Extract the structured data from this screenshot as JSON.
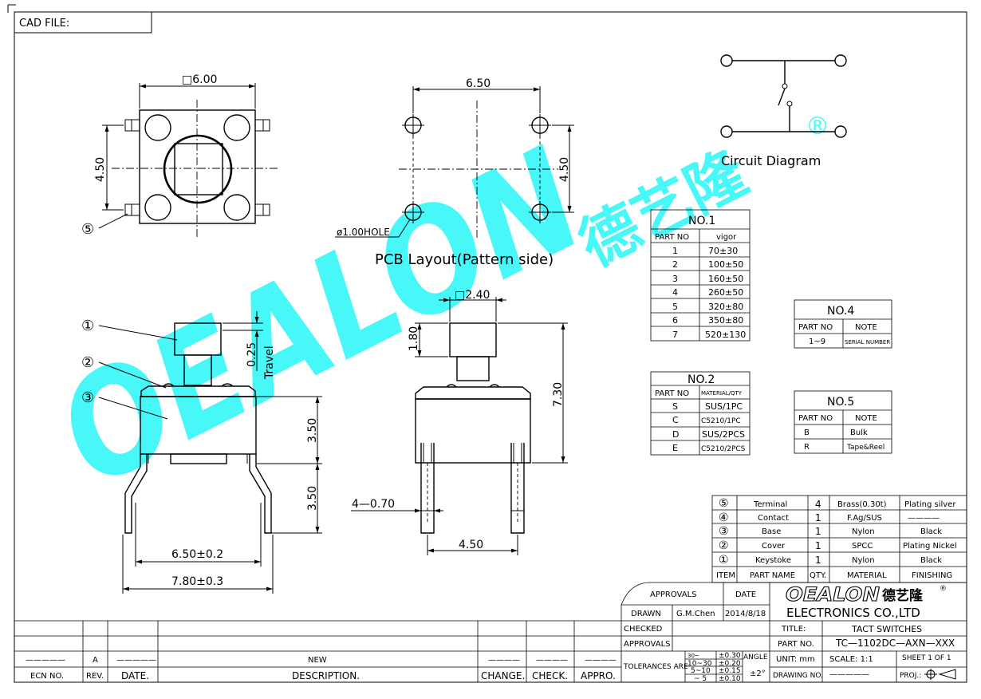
{
  "header": {
    "cad_file": "CAD  FILE:"
  },
  "top_view": {
    "square_dim": "□6.00",
    "height_dim": "4.50",
    "terminal_callout": "⑤"
  },
  "pcb": {
    "width_dim": "6.50",
    "height_dim": "4.50",
    "hole_label": "ø1.00HOLE",
    "caption": "PCB  Layout(Pattern  side)"
  },
  "circuit": {
    "caption": "Circuit  Diagram",
    "registered": "®"
  },
  "side_view": {
    "callouts": [
      "①",
      "②",
      "③"
    ],
    "travel_value": "0.25",
    "travel_label": "Travel",
    "body_height": "3.50",
    "pin_height": "3.50",
    "pin_span": "6.50±0.2",
    "outer_span": "7.80±0.3"
  },
  "front_view": {
    "stem_dim": "□2.40",
    "stem_height": "1.80",
    "total_height": "7.30",
    "pin_width": "4—0.70",
    "pin_span": "4.50"
  },
  "watermark": {
    "latin": "OEALON",
    "cjk": "德艺隆"
  },
  "table_no1": {
    "title": "NO.1",
    "headers": [
      "PART  NO",
      "vigor"
    ],
    "rows": [
      [
        "1",
        "70±30"
      ],
      [
        "2",
        "100±50"
      ],
      [
        "3",
        "160±50"
      ],
      [
        "4",
        "260±50"
      ],
      [
        "5",
        "320±80"
      ],
      [
        "6",
        "350±80"
      ],
      [
        "7",
        "520±130"
      ]
    ]
  },
  "table_no2": {
    "title": "NO.2",
    "headers": [
      "PART  NO",
      "MATERIAL/QTY"
    ],
    "rows": [
      [
        "S",
        "SUS/1PC"
      ],
      [
        "C",
        "C5210/1PC"
      ],
      [
        "D",
        "SUS/2PCS"
      ],
      [
        "E",
        "C5210/2PCS"
      ]
    ]
  },
  "table_no4": {
    "title": "NO.4",
    "headers": [
      "PART  NO",
      "NOTE"
    ],
    "rows": [
      [
        "1~9",
        "SERIAL  NUMBER"
      ]
    ]
  },
  "table_no5": {
    "title": "NO.5",
    "headers": [
      "PART  NO",
      "NOTE"
    ],
    "rows": [
      [
        "B",
        "Bulk"
      ],
      [
        "R",
        "Tape&Reel"
      ]
    ]
  },
  "bom": {
    "rows": [
      [
        "⑤",
        "Terminal",
        "4",
        "Brass(0.30t)",
        "Plating  silver"
      ],
      [
        "④",
        "Contact",
        "1",
        "F.Ag/SUS",
        "————"
      ],
      [
        "③",
        "Base",
        "1",
        "Nylon",
        "Black"
      ],
      [
        "②",
        "Cover",
        "1",
        "SPCC",
        "Plating  Nickel"
      ],
      [
        "①",
        "Keystoke",
        "1",
        "Nylon",
        "Black"
      ]
    ],
    "headers": [
      "ITEM",
      "PART  NAME",
      "QTY.",
      "MATERIAL",
      "FINISHING"
    ]
  },
  "title_block": {
    "approvals": "APPROVALS",
    "date": "DATE",
    "drawn": "DRAWN",
    "drawn_by": "G.M.Chen",
    "drawn_date": "2014/8/18",
    "checked": "CHECKED",
    "approvals_row": "APPROVALS",
    "company_logo": "OEALON",
    "company_logo_cjk": "德艺隆",
    "company": "ELECTRONICS  CO.,LTD",
    "title_label": "TITLE:",
    "title": "TACT  SWITCHES",
    "part_no_label": "PART  NO.",
    "part_no": "TC—1102DC—AXN—XXX",
    "unit": "UNIT:  mm",
    "scale": "SCALE:   1:1",
    "sheet": "SHEET   1  OF  1",
    "tolerances_label": "TOLERANCES  ARE",
    "tol_ranges": [
      "30~",
      "10~30",
      "5~10",
      "~ 5"
    ],
    "tol_values": [
      "±0.30",
      "±0.20",
      "±0.15",
      "±0.10"
    ],
    "angle_label": "ANGLE",
    "angle_value": "±2°",
    "drawing_no": "DRAWING  NO.",
    "drawing_no_value": "—————",
    "proj": "PROJ.:"
  },
  "revision_block": {
    "row_values": [
      "—————",
      "A",
      "—————",
      "NEW",
      "————",
      "————",
      "————"
    ],
    "headers": [
      "ECN  NO.",
      "REV.",
      "DATE.",
      "DESCRIPTION.",
      "CHANGE.",
      "CHECK.",
      "APPRO."
    ]
  }
}
